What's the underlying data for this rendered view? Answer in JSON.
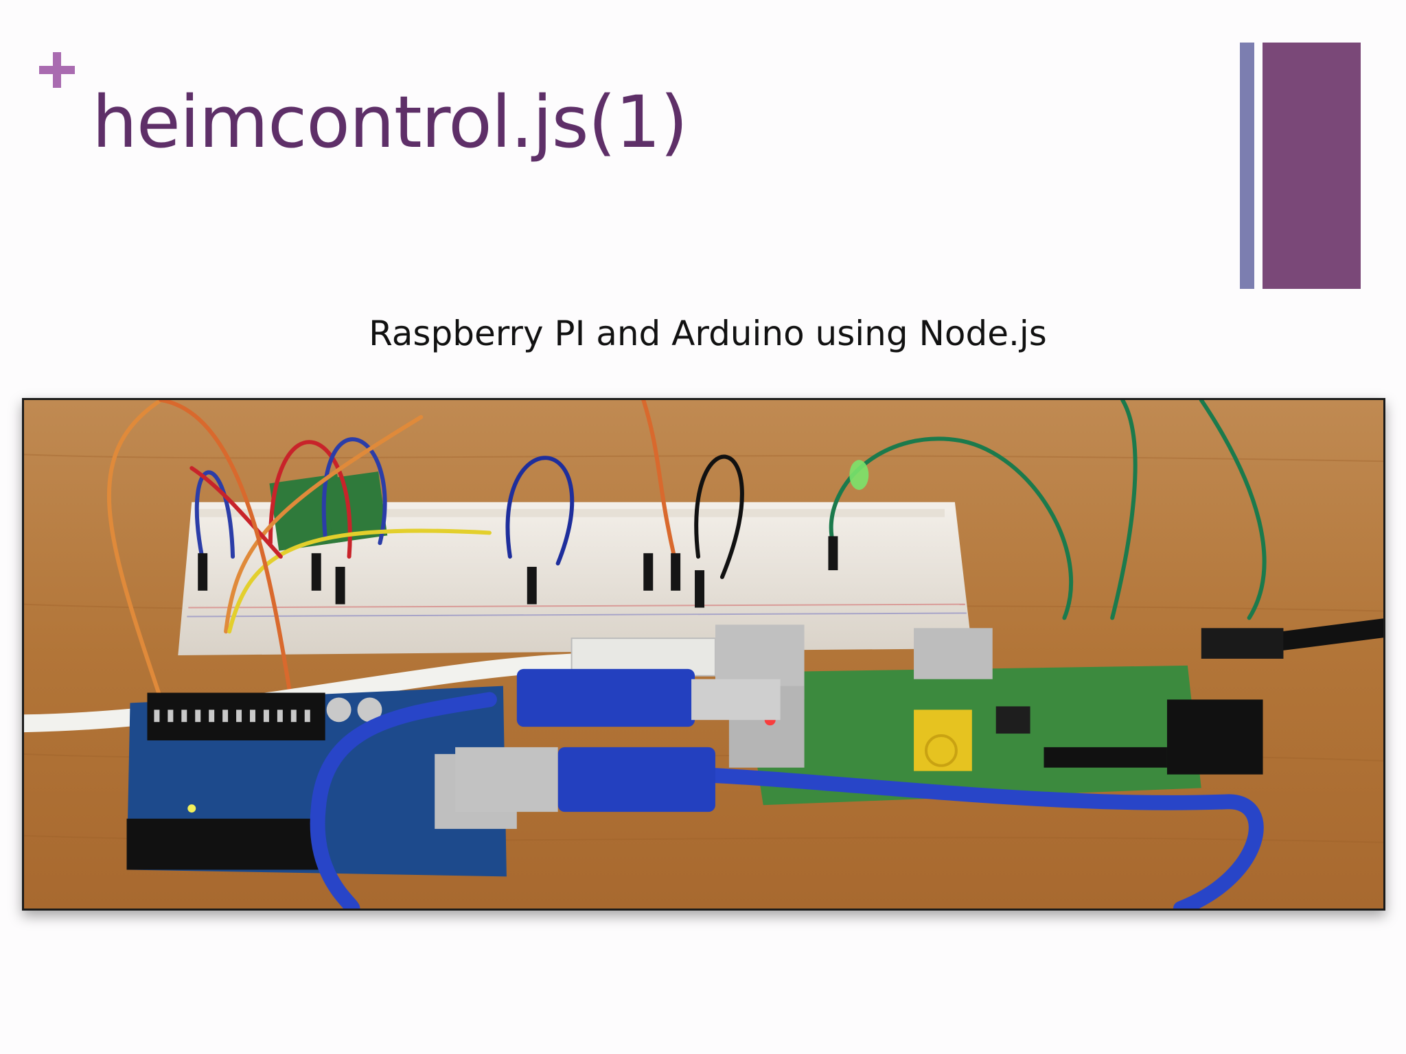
{
  "slide": {
    "title": "heimcontrol.js(1)",
    "caption": "Raspberry PI and Arduino using Node.js"
  },
  "colors": {
    "title": "#5e2f68",
    "plus": "#a96bb0",
    "bar_thin": "#7c7eb0",
    "bar_thick": "#7a4878"
  },
  "icons": {
    "plus": "plus-icon"
  },
  "photo": {
    "subject": "raspberry-pi-arduino-breadboard-photo"
  }
}
